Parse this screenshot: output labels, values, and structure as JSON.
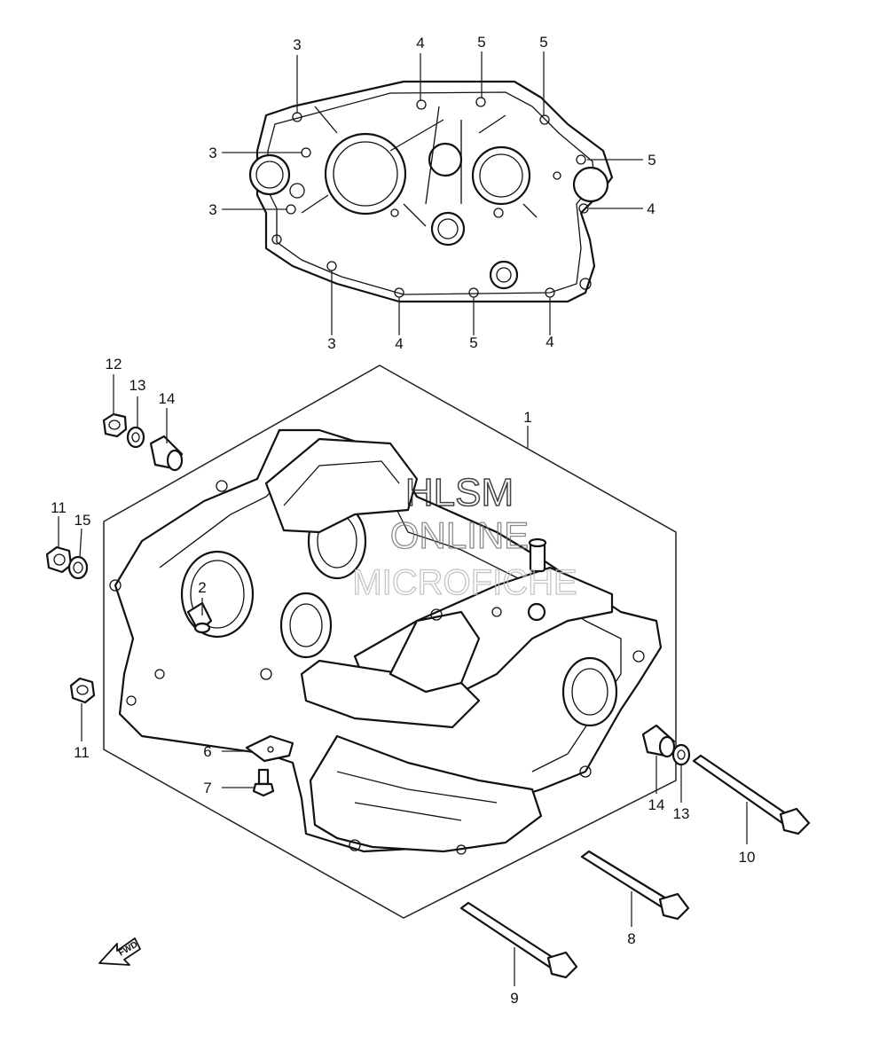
{
  "watermark": {
    "line1": "HLSM",
    "line2": "ONLINE",
    "line3": "MICROFICHE"
  },
  "fwd_label": "FWD",
  "callouts": {
    "top_gasket": [
      "3",
      "4",
      "5",
      "5",
      "3",
      "5",
      "3",
      "4",
      "3",
      "4",
      "5",
      "4"
    ],
    "body": [
      "1",
      "2",
      "6",
      "7",
      "8",
      "9",
      "10",
      "11",
      "11",
      "12",
      "13",
      "13",
      "14",
      "14",
      "15"
    ]
  }
}
